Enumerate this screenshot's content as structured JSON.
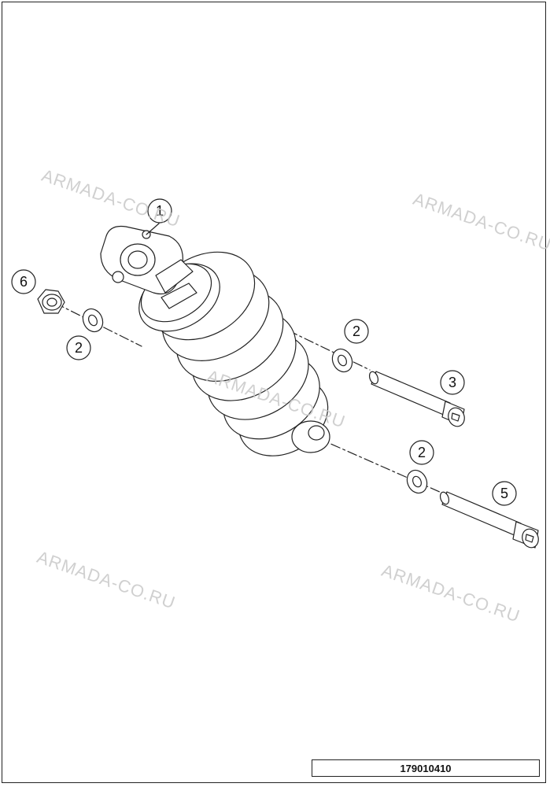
{
  "watermarks": [
    "ARMADA-CO.RU",
    "ARMADA-CO.RU",
    "ARMADA-CO.RU",
    "ARMADA-CO.RU",
    "ARMADA-CO.RU"
  ],
  "callouts": {
    "c1": "1",
    "c2a": "2",
    "c2b": "2",
    "c2c": "2",
    "c3": "3",
    "c5": "5",
    "c6": "6"
  },
  "reference_number": "179010410"
}
